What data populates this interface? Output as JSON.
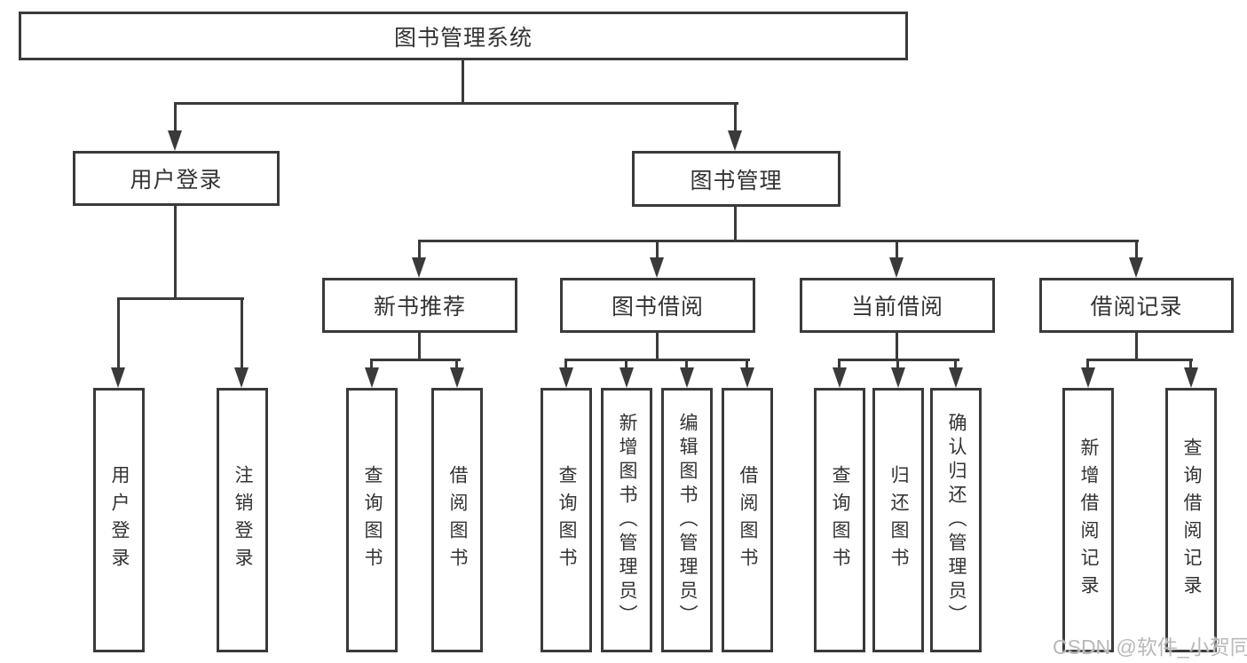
{
  "colors": {
    "line": "#3a3a3a",
    "text": "#333333",
    "watermark": "#b9b9b9",
    "background": "#ffffff"
  },
  "watermark": {
    "text": "CSDN @软件_小贺同学"
  },
  "tree": {
    "root": {
      "label": "图书管理系统"
    },
    "user_login": {
      "label": "用户登录",
      "children": {
        "login": {
          "label": "用户登录"
        },
        "logout": {
          "label": "注销登录"
        }
      }
    },
    "book_mgmt": {
      "label": "图书管理",
      "children": {
        "new_books": {
          "label": "新书推荐",
          "children": {
            "query_book": {
              "label": "查询图书"
            },
            "borrow_book": {
              "label": "借阅图书"
            }
          }
        },
        "book_borrow": {
          "label": "图书借阅",
          "children": {
            "query_book": {
              "label": "查询图书"
            },
            "add_book": {
              "label": "新增图书（管理员）"
            },
            "edit_book": {
              "label": "编辑图书（管理员）"
            },
            "borrow_book": {
              "label": "借阅图书"
            }
          }
        },
        "current_borrow": {
          "label": "当前借阅",
          "children": {
            "query_book": {
              "label": "查询图书"
            },
            "return_book": {
              "label": "归还图书"
            },
            "confirm_return": {
              "label": "确认归还（管理员）"
            }
          }
        },
        "borrow_records": {
          "label": "借阅记录",
          "children": {
            "add_record": {
              "label": "新增借阅记录"
            },
            "query_record": {
              "label": "查询借阅记录"
            }
          }
        }
      }
    }
  }
}
